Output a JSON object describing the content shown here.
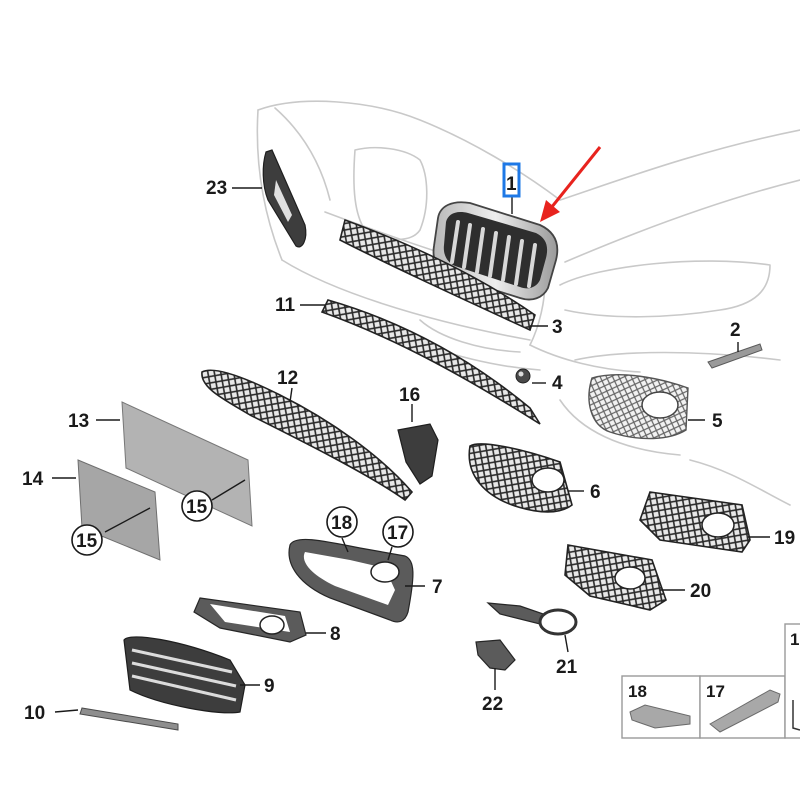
{
  "callouts": {
    "c1": "1",
    "c2": "2",
    "c3": "3",
    "c4": "4",
    "c5": "5",
    "c6": "6",
    "c7": "7",
    "c8": "8",
    "c9": "9",
    "c10": "10",
    "c11": "11",
    "c12": "12",
    "c13": "13",
    "c14": "14",
    "c15a": "15",
    "c15b": "15",
    "c16": "16",
    "c17": "17",
    "c17b": "17",
    "c18": "18",
    "c18b": "18",
    "c19": "19",
    "c20": "20",
    "c21": "21",
    "c22": "22",
    "c23": "23",
    "cpartial": "1"
  },
  "colors": {
    "highlight_box": "#1e78e6",
    "arrow": "#e8231e",
    "outline": "#c9c9c9",
    "part_dark": "#3d3d3d"
  },
  "icons": {
    "arrow": "red-pointer-arrow",
    "highlight": "callout-highlight-box"
  }
}
